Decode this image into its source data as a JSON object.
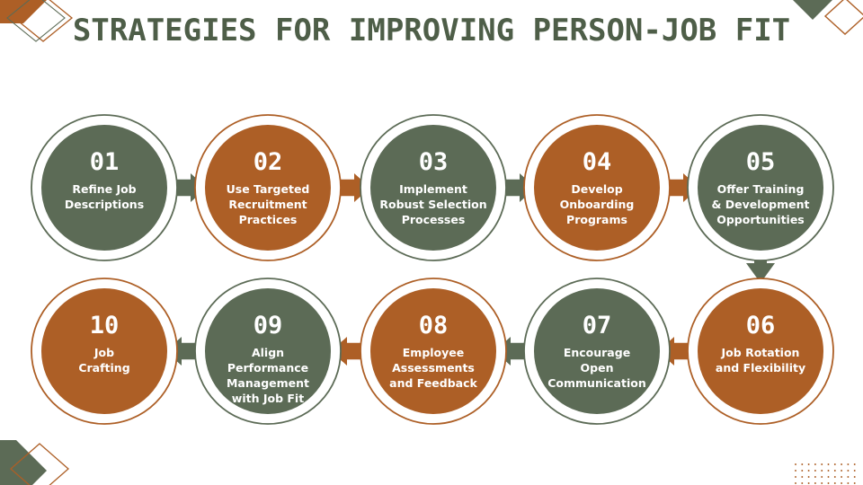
{
  "title": "STRATEGIES FOR IMPROVING PERSON-JOB FIT",
  "colors": {
    "green": "#5c6b56",
    "orange": "#ad5f26",
    "title": "#4e5e48"
  },
  "steps": [
    {
      "number": "01",
      "lines": [
        "Refine Job",
        "Descriptions"
      ],
      "color": "green"
    },
    {
      "number": "02",
      "lines": [
        "Use Targeted",
        "Recruitment",
        "Practices"
      ],
      "color": "orange"
    },
    {
      "number": "03",
      "lines": [
        "Implement",
        "Robust Selection",
        "Processes"
      ],
      "color": "green"
    },
    {
      "number": "04",
      "lines": [
        "Develop",
        "Onboarding",
        "Programs"
      ],
      "color": "orange"
    },
    {
      "number": "05",
      "lines": [
        "Offer Training",
        "& Development",
        "Opportunities"
      ],
      "color": "green"
    },
    {
      "number": "06",
      "lines": [
        "Job Rotation",
        "and Flexibility"
      ],
      "color": "orange"
    },
    {
      "number": "07",
      "lines": [
        "Encourage",
        "Open",
        "Communication"
      ],
      "color": "green"
    },
    {
      "number": "08",
      "lines": [
        "Employee",
        "Assessments",
        "and Feedback"
      ],
      "color": "orange"
    },
    {
      "number": "09",
      "lines": [
        "Align",
        "Performance",
        "Management",
        "with Job Fit"
      ],
      "color": "green"
    },
    {
      "number": "10",
      "lines": [
        "Job",
        "Crafting"
      ],
      "color": "orange"
    }
  ]
}
